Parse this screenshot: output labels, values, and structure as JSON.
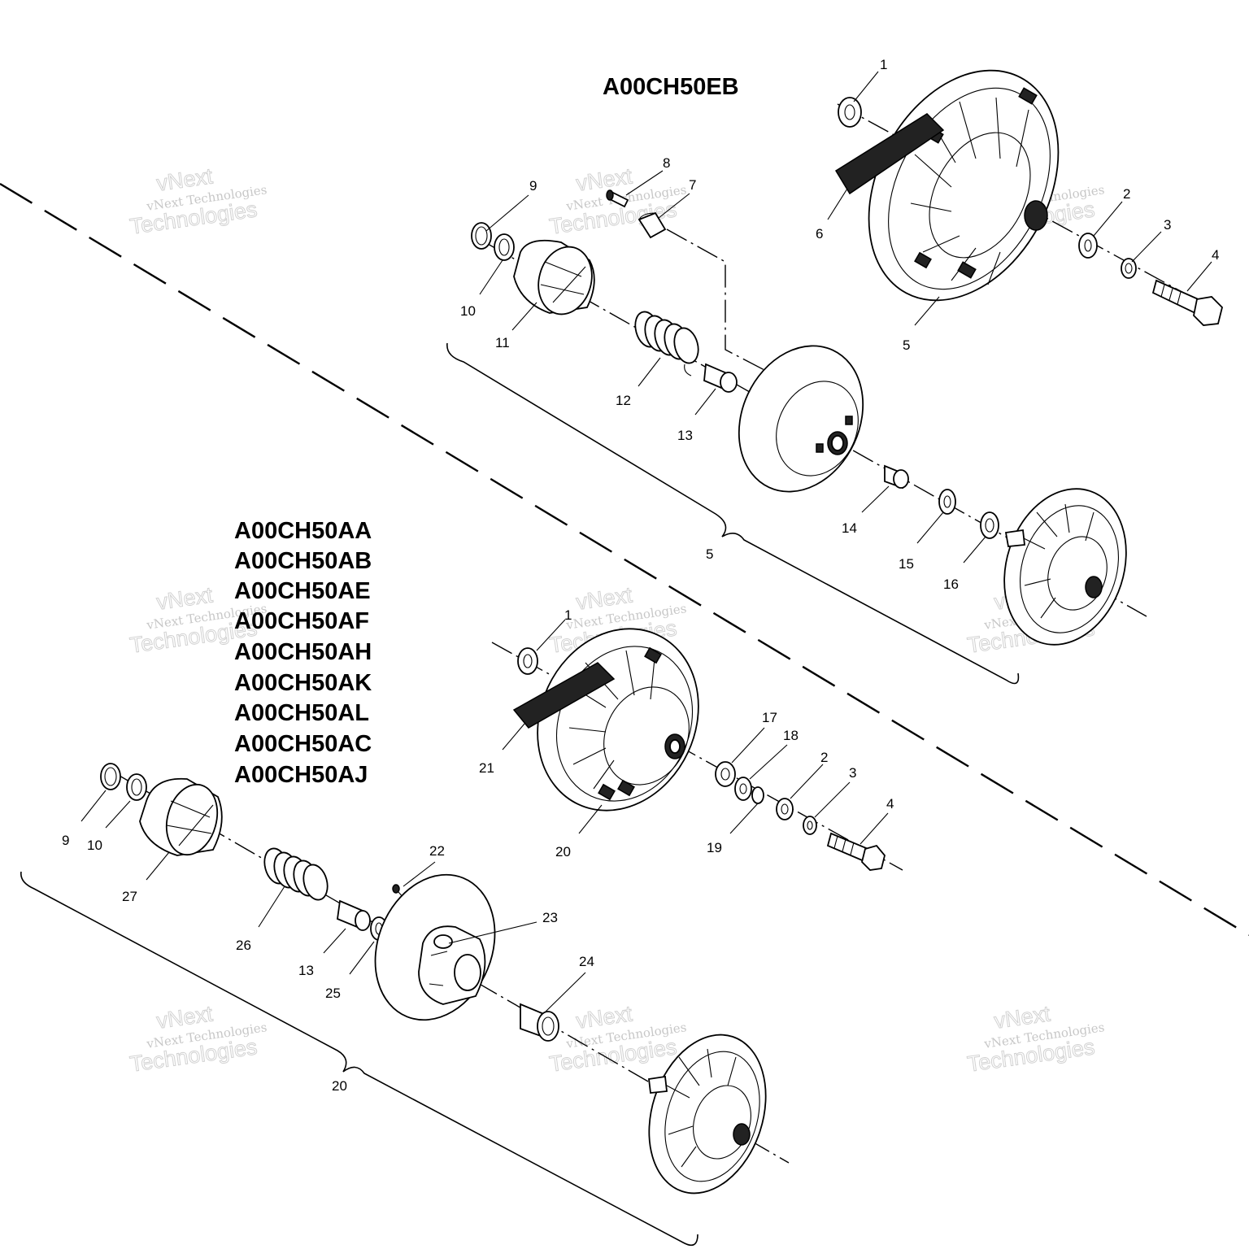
{
  "models": {
    "top": "A00CH50EB",
    "bottom": [
      "A00CH50AA",
      "A00CH50AB",
      "A00CH50AE",
      "A00CH50AF",
      "A00CH50AH",
      "A00CH50AK",
      "A00CH50AL",
      "A00CH50AC",
      "A00CH50AJ"
    ]
  },
  "callouts": {
    "t1": "1",
    "t2": "2",
    "t3": "3",
    "t4": "4",
    "t5": "5",
    "t6": "6",
    "t7": "7",
    "t8": "8",
    "t9": "9",
    "t10": "10",
    "t11": "11",
    "t12": "12",
    "t13": "13",
    "t14": "14",
    "t15": "15",
    "t16": "16",
    "t5b": "5",
    "b1": "1",
    "b2": "2",
    "b3": "3",
    "b4": "4",
    "b9": "9",
    "b10": "10",
    "b13": "13",
    "b17": "17",
    "b18": "18",
    "b19": "19",
    "b20": "20",
    "b20b": "20",
    "b21": "21",
    "b22": "22",
    "b23": "23",
    "b24": "24",
    "b25": "25",
    "b26": "26",
    "b27": "27"
  },
  "watermark": {
    "line1": "vNext Technologies",
    "line2": "vNext",
    "line3": "Technologies"
  }
}
